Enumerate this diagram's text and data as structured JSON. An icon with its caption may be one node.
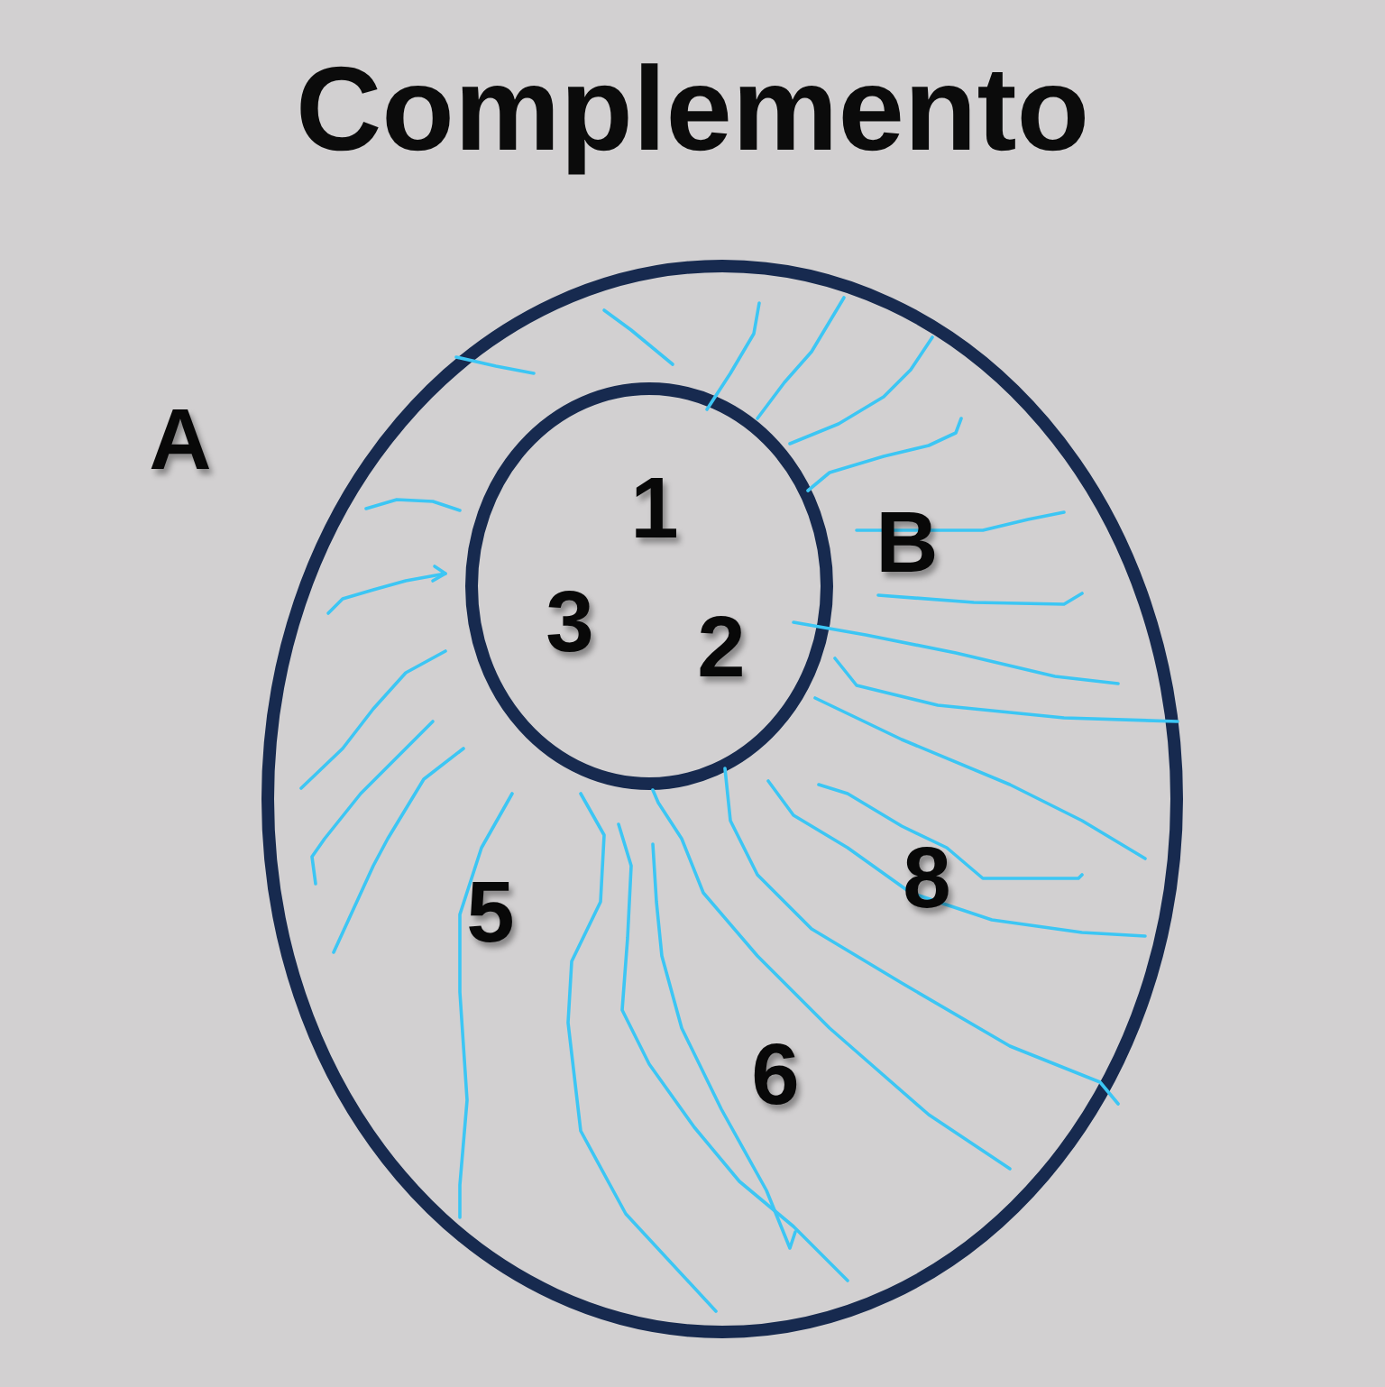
{
  "diagram": {
    "title": "Complemento",
    "nodes": [
      {
        "text": [
          "A",
          "5",
          "8",
          "6"
        ]
      },
      {
        "text": [
          "B",
          "1",
          "3",
          "2"
        ],
        "in": 0
      }
    ]
  }
}
